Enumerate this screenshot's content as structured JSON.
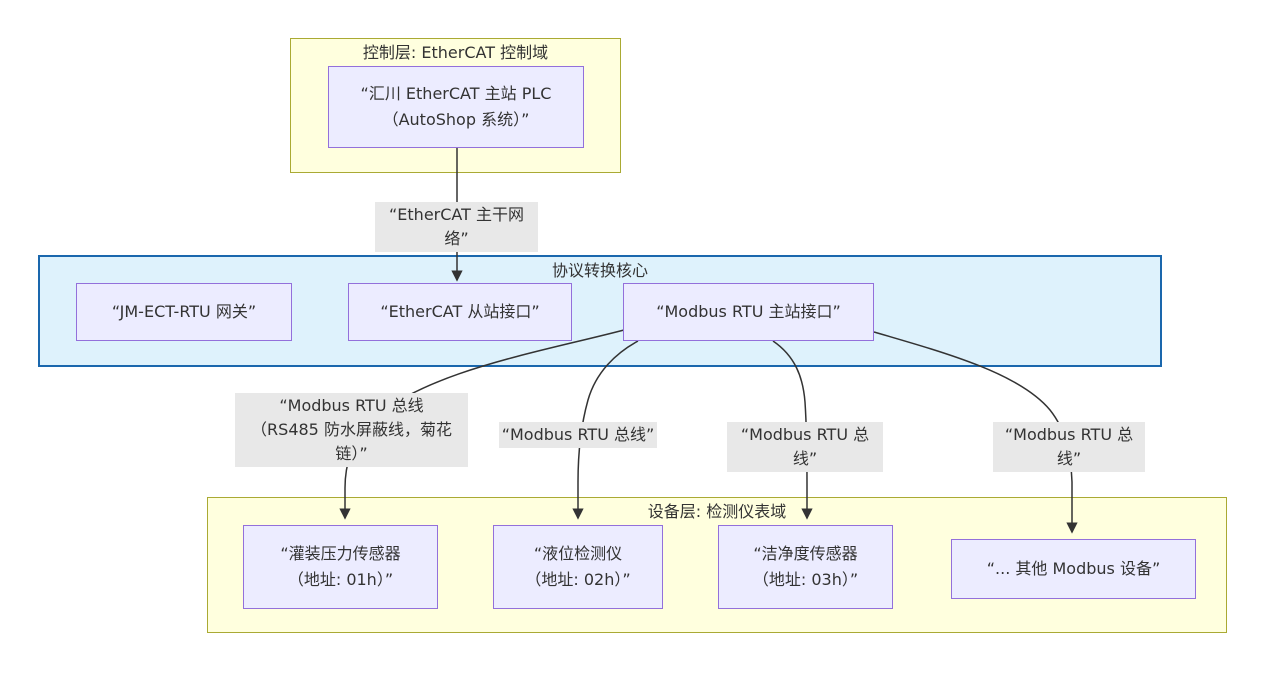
{
  "diagram": {
    "clusters": {
      "control": {
        "title": "控制层: EtherCAT 控制域"
      },
      "core": {
        "title": "协议转换核心"
      },
      "device": {
        "title": "设备层: 检测仪表域"
      }
    },
    "nodes": {
      "plc": {
        "label": "“汇川 EtherCAT 主站 PLC\n（AutoShop 系统）”"
      },
      "gw": {
        "label": "“JM-ECT-RTU 网关”"
      },
      "ecat": {
        "label": "“EtherCAT 从站接口”"
      },
      "modbus": {
        "label": "“Modbus RTU 主站接口”"
      },
      "s1": {
        "label": "“灌装压力传感器\n（地址: 01h）”"
      },
      "s2": {
        "label": "“液位检测仪\n（地址: 02h）”"
      },
      "s3": {
        "label": "“洁净度传感器\n（地址: 03h）”"
      },
      "other": {
        "label": "“... 其他 Modbus 设备”"
      }
    },
    "edge_labels": {
      "backbone": "“EtherCAT 主干网络”",
      "bus1": "“Modbus RTU 总线\n（RS485 防水屏蔽线，菊花\n链）”",
      "bus2": "“Modbus RTU 总线”",
      "bus3": "“Modbus RTU 总线”",
      "bus4": "“Modbus RTU 总线”"
    },
    "colors": {
      "cluster_yellow_fill": "#ffffde",
      "cluster_yellow_border": "#aaaa33",
      "cluster_blue_fill": "#def2fc",
      "cluster_blue_border": "#1a67ad",
      "node_fill": "#ECECFF",
      "node_border": "#9370DB",
      "edge_label_bg": "#e8e8e8",
      "edge_stroke": "#333333",
      "text_color": "#333333"
    }
  }
}
